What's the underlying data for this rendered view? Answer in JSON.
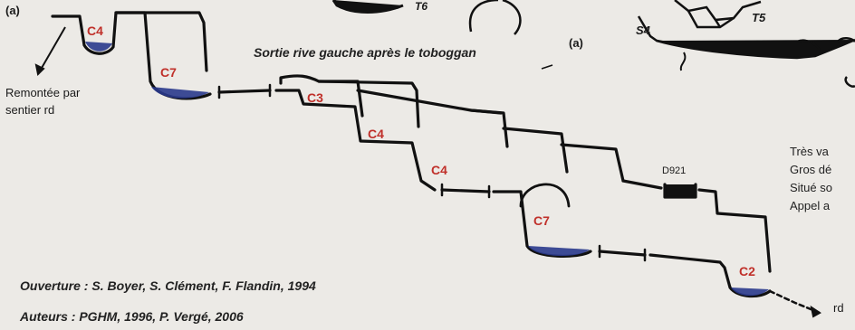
{
  "labels": {
    "ref_a_left": "(a)",
    "ref_a_mid": "(a)",
    "remontee_line1": "Remontée par",
    "remontee_line2": "sentier rd",
    "sortie": "Sortie rive gauche après le toboggan",
    "d921": "D921",
    "rd_exit": "rd",
    "ouverture": "Ouverture : S. Boyer, S. Clément, F. Flandin, 1994",
    "auteurs": "Auteurs : PGHM, 1996, P. Vergé, 2006",
    "s4": "S4",
    "t5": "T5",
    "t6": "T6"
  },
  "pitches": [
    "C4",
    "C7",
    "C3",
    "C4",
    "C4",
    "C7",
    "C2"
  ],
  "side_notes": [
    "Très va",
    "Gros dé",
    "Situé so",
    "Appel a"
  ],
  "colors": {
    "line": "#111111",
    "pool": "#2a3a8c",
    "pitch_label": "#c0302a",
    "paper": "#eceae6"
  }
}
